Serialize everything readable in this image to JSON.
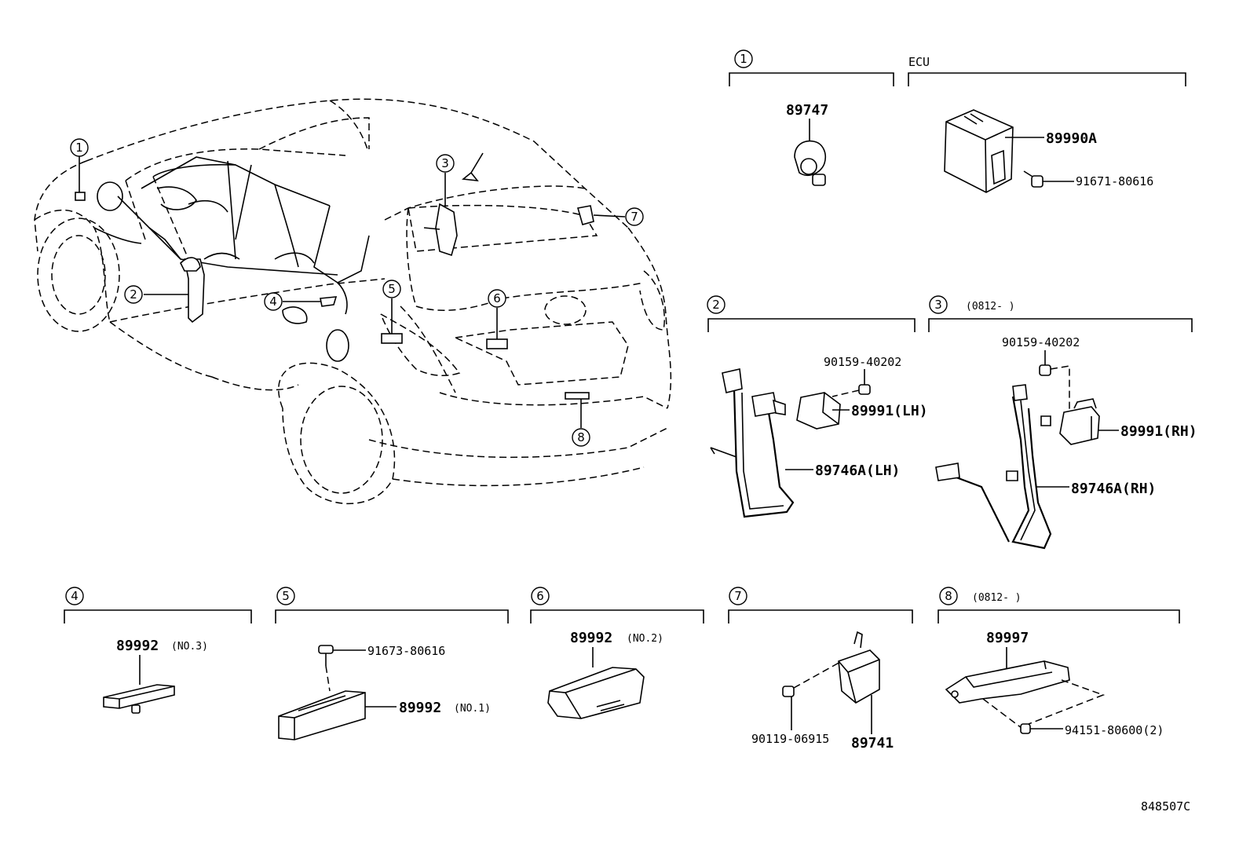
{
  "sections": {
    "s1": {
      "num": "1"
    },
    "ecu": {
      "label": "ECU"
    },
    "s2": {
      "num": "2"
    },
    "s3": {
      "num": "3",
      "date": "(0812-      )"
    },
    "s4": {
      "num": "4"
    },
    "s5": {
      "num": "5"
    },
    "s6": {
      "num": "6"
    },
    "s7": {
      "num": "7"
    },
    "s8": {
      "num": "8",
      "date": "(0812-      )"
    }
  },
  "car_callouts": [
    "1",
    "2",
    "3",
    "4",
    "5",
    "6",
    "7",
    "8"
  ],
  "parts": {
    "p89747": "89747",
    "p89990a": "89990A",
    "p91671": "91671-80616",
    "p90159_lh": "90159-40202",
    "p89991_lh": "89991(LH)",
    "p89746a_lh": "89746A(LH)",
    "p90159_rh": "90159-40202",
    "p89991_rh": "89991(RH)",
    "p89746a_rh": "89746A(RH)",
    "p89992_no3": "89992",
    "p89992_no3_note": "(NO.3)",
    "p91673": "91673-80616",
    "p89992_no1": "89992",
    "p89992_no1_note": "(NO.1)",
    "p89992_no2": "89992",
    "p89992_no2_note": "(NO.2)",
    "p90119": "90119-06915",
    "p89741": "89741",
    "p89997": "89997",
    "p94151": "94151-80600(2)"
  },
  "diagram_code": "848507C"
}
